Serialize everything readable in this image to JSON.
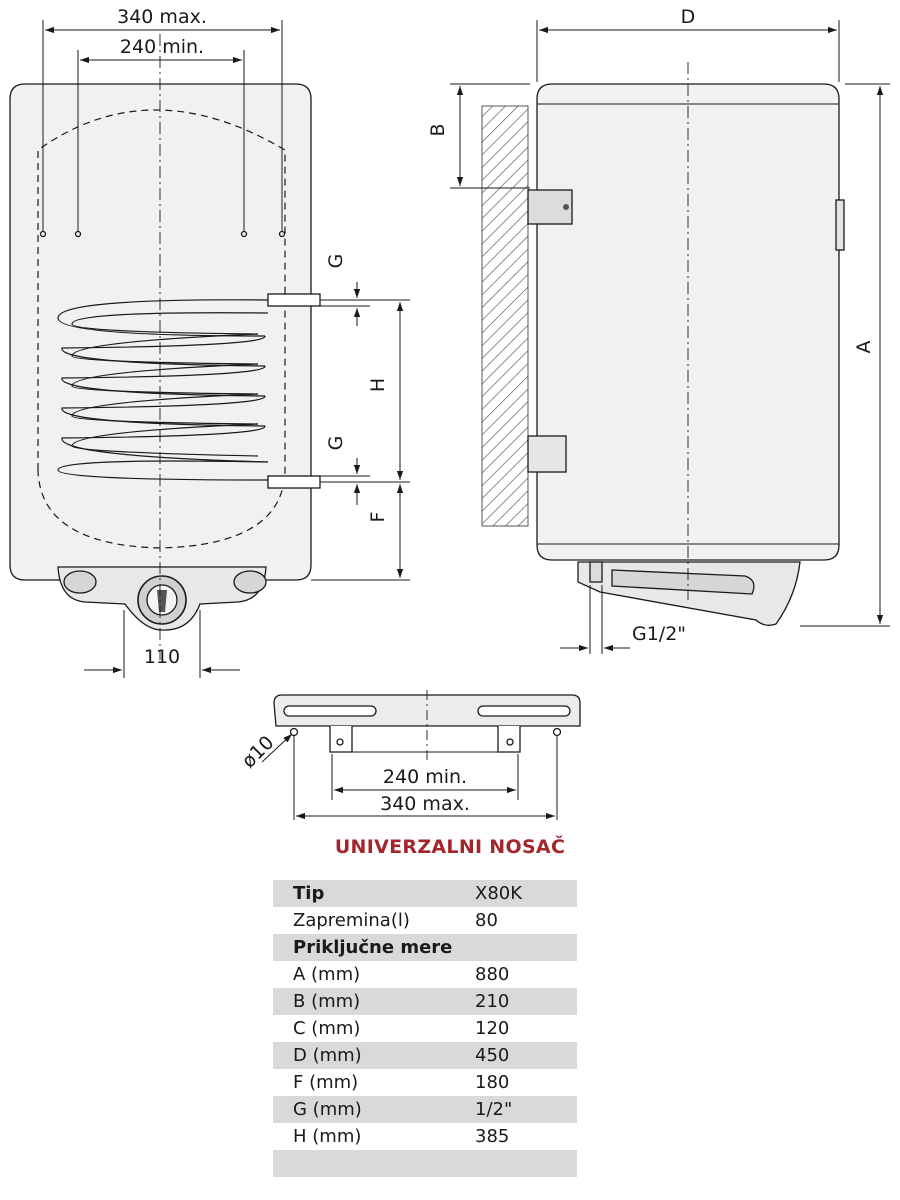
{
  "labels": {
    "top_max": "340 max.",
    "top_min": "240 min.",
    "bottom_110": "110",
    "g_upper": "G",
    "g_lower": "G",
    "h": "H",
    "f": "F",
    "d": "D",
    "b": "B",
    "a": "A",
    "g_half": "G1/2\"",
    "bracket_diameter": "ø10",
    "bracket_min": "240 min.",
    "bracket_max": "340 max."
  },
  "bracket_title": "UNIVERZALNI NOSAČ",
  "table": {
    "rows": [
      {
        "key": "Tip",
        "value": "X80K",
        "header": true
      },
      {
        "key": "Zapremina(l)",
        "value": "80",
        "header": false
      },
      {
        "key": "Priključne mere",
        "value": "",
        "header": true
      },
      {
        "key": "A (mm)",
        "value": "880",
        "header": false
      },
      {
        "key": "B (mm)",
        "value": "210",
        "header": false
      },
      {
        "key": "C (mm)",
        "value": "120",
        "header": false
      },
      {
        "key": "D (mm)",
        "value": "450",
        "header": false
      },
      {
        "key": "F (mm)",
        "value": "180",
        "header": false
      },
      {
        "key": "G (mm)",
        "value": "1/2\"",
        "header": false
      },
      {
        "key": "H (mm)",
        "value": "385",
        "header": false
      },
      {
        "key": "",
        "value": "",
        "header": false
      }
    ]
  },
  "colors": {
    "line": "#1a1a1a",
    "body_fill": "#f1f1f1",
    "bracket_title": "#a3262d",
    "row_shade": "#d9d9d9"
  }
}
